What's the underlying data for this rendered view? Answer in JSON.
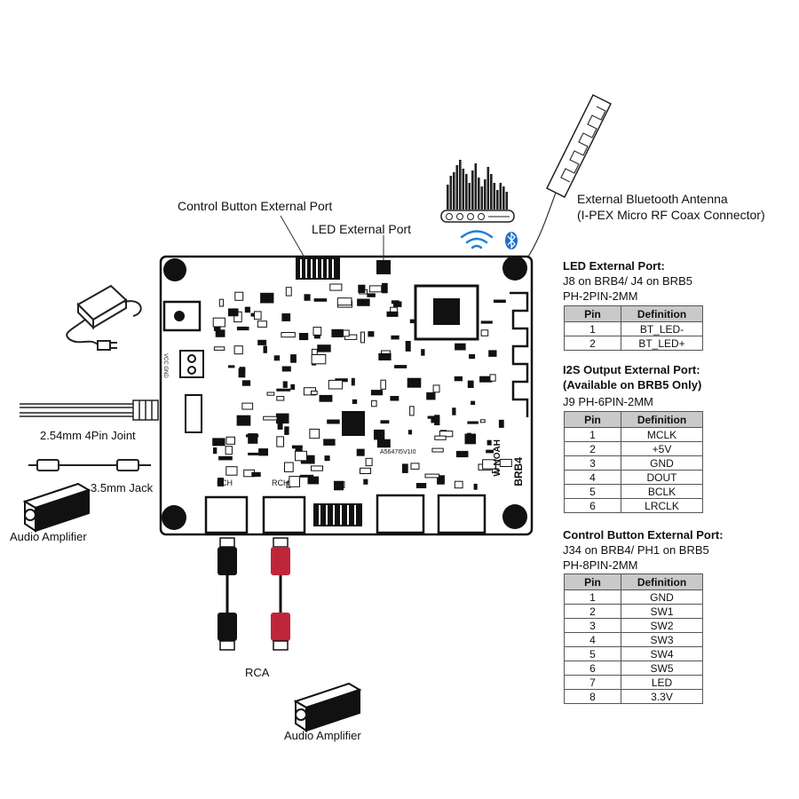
{
  "labels": {
    "control_port": "Control Button External Port",
    "led_port": "LED External Port",
    "antenna_line1": "External Bluetooth Antenna",
    "antenna_line2": "(I-PEX Micro RF Coax Connector)",
    "joint": "2.54mm 4Pin Joint",
    "jack": "3.5mm Jack",
    "amp_left": "Audio Amplifier",
    "rca": "RCA",
    "amp_bottom": "Audio Amplifier"
  },
  "board": {
    "chip_text": "A5647I5V1I0",
    "vcc_label": "VCC GND",
    "lch": "LCH",
    "rch": "RCH",
    "model": "BRB4",
    "brand": "W NOAH"
  },
  "tables": {
    "led": {
      "title": "LED External Port:",
      "line1": "J8 on BRB4/ J4 on BRB5",
      "line2": "PH-2PIN-2MM",
      "col_pin": "Pin",
      "col_def": "Definition",
      "rows": [
        [
          "1",
          "BT_LED-"
        ],
        [
          "2",
          "BT_LED+"
        ]
      ]
    },
    "i2s": {
      "title": "I2S Output External Port:",
      "title2": "(Available on BRB5 Only)",
      "line1": "J9 PH-6PIN-2MM",
      "col_pin": "Pin",
      "col_def": "Definition",
      "rows": [
        [
          "1",
          "MCLK"
        ],
        [
          "2",
          "+5V"
        ],
        [
          "3",
          "GND"
        ],
        [
          "4",
          "DOUT"
        ],
        [
          "5",
          "BCLK"
        ],
        [
          "6",
          "LRCLK"
        ]
      ]
    },
    "control": {
      "title": "Control Button External Port:",
      "line1": "J34 on BRB4/ PH1 on BRB5",
      "line2": "PH-8PIN-2MM",
      "col_pin": "Pin",
      "col_def": "Definition",
      "rows": [
        [
          "1",
          "GND"
        ],
        [
          "2",
          "SW1"
        ],
        [
          "3",
          "SW2"
        ],
        [
          "4",
          "SW3"
        ],
        [
          "5",
          "SW4"
        ],
        [
          "6",
          "SW5"
        ],
        [
          "7",
          "LED"
        ],
        [
          "8",
          "3.3V"
        ]
      ]
    }
  },
  "icons": [
    "power-adapter-icon",
    "wire-harness-icon",
    "audio-cable-icon",
    "amplifier-icon",
    "rca-cable-icon",
    "equalizer-icon",
    "wifi-icon",
    "bluetooth-icon",
    "antenna-icon"
  ],
  "colors": {
    "rca_red": "#c0263a",
    "board_outline": "#111111",
    "table_header": "#c9c9c9"
  }
}
